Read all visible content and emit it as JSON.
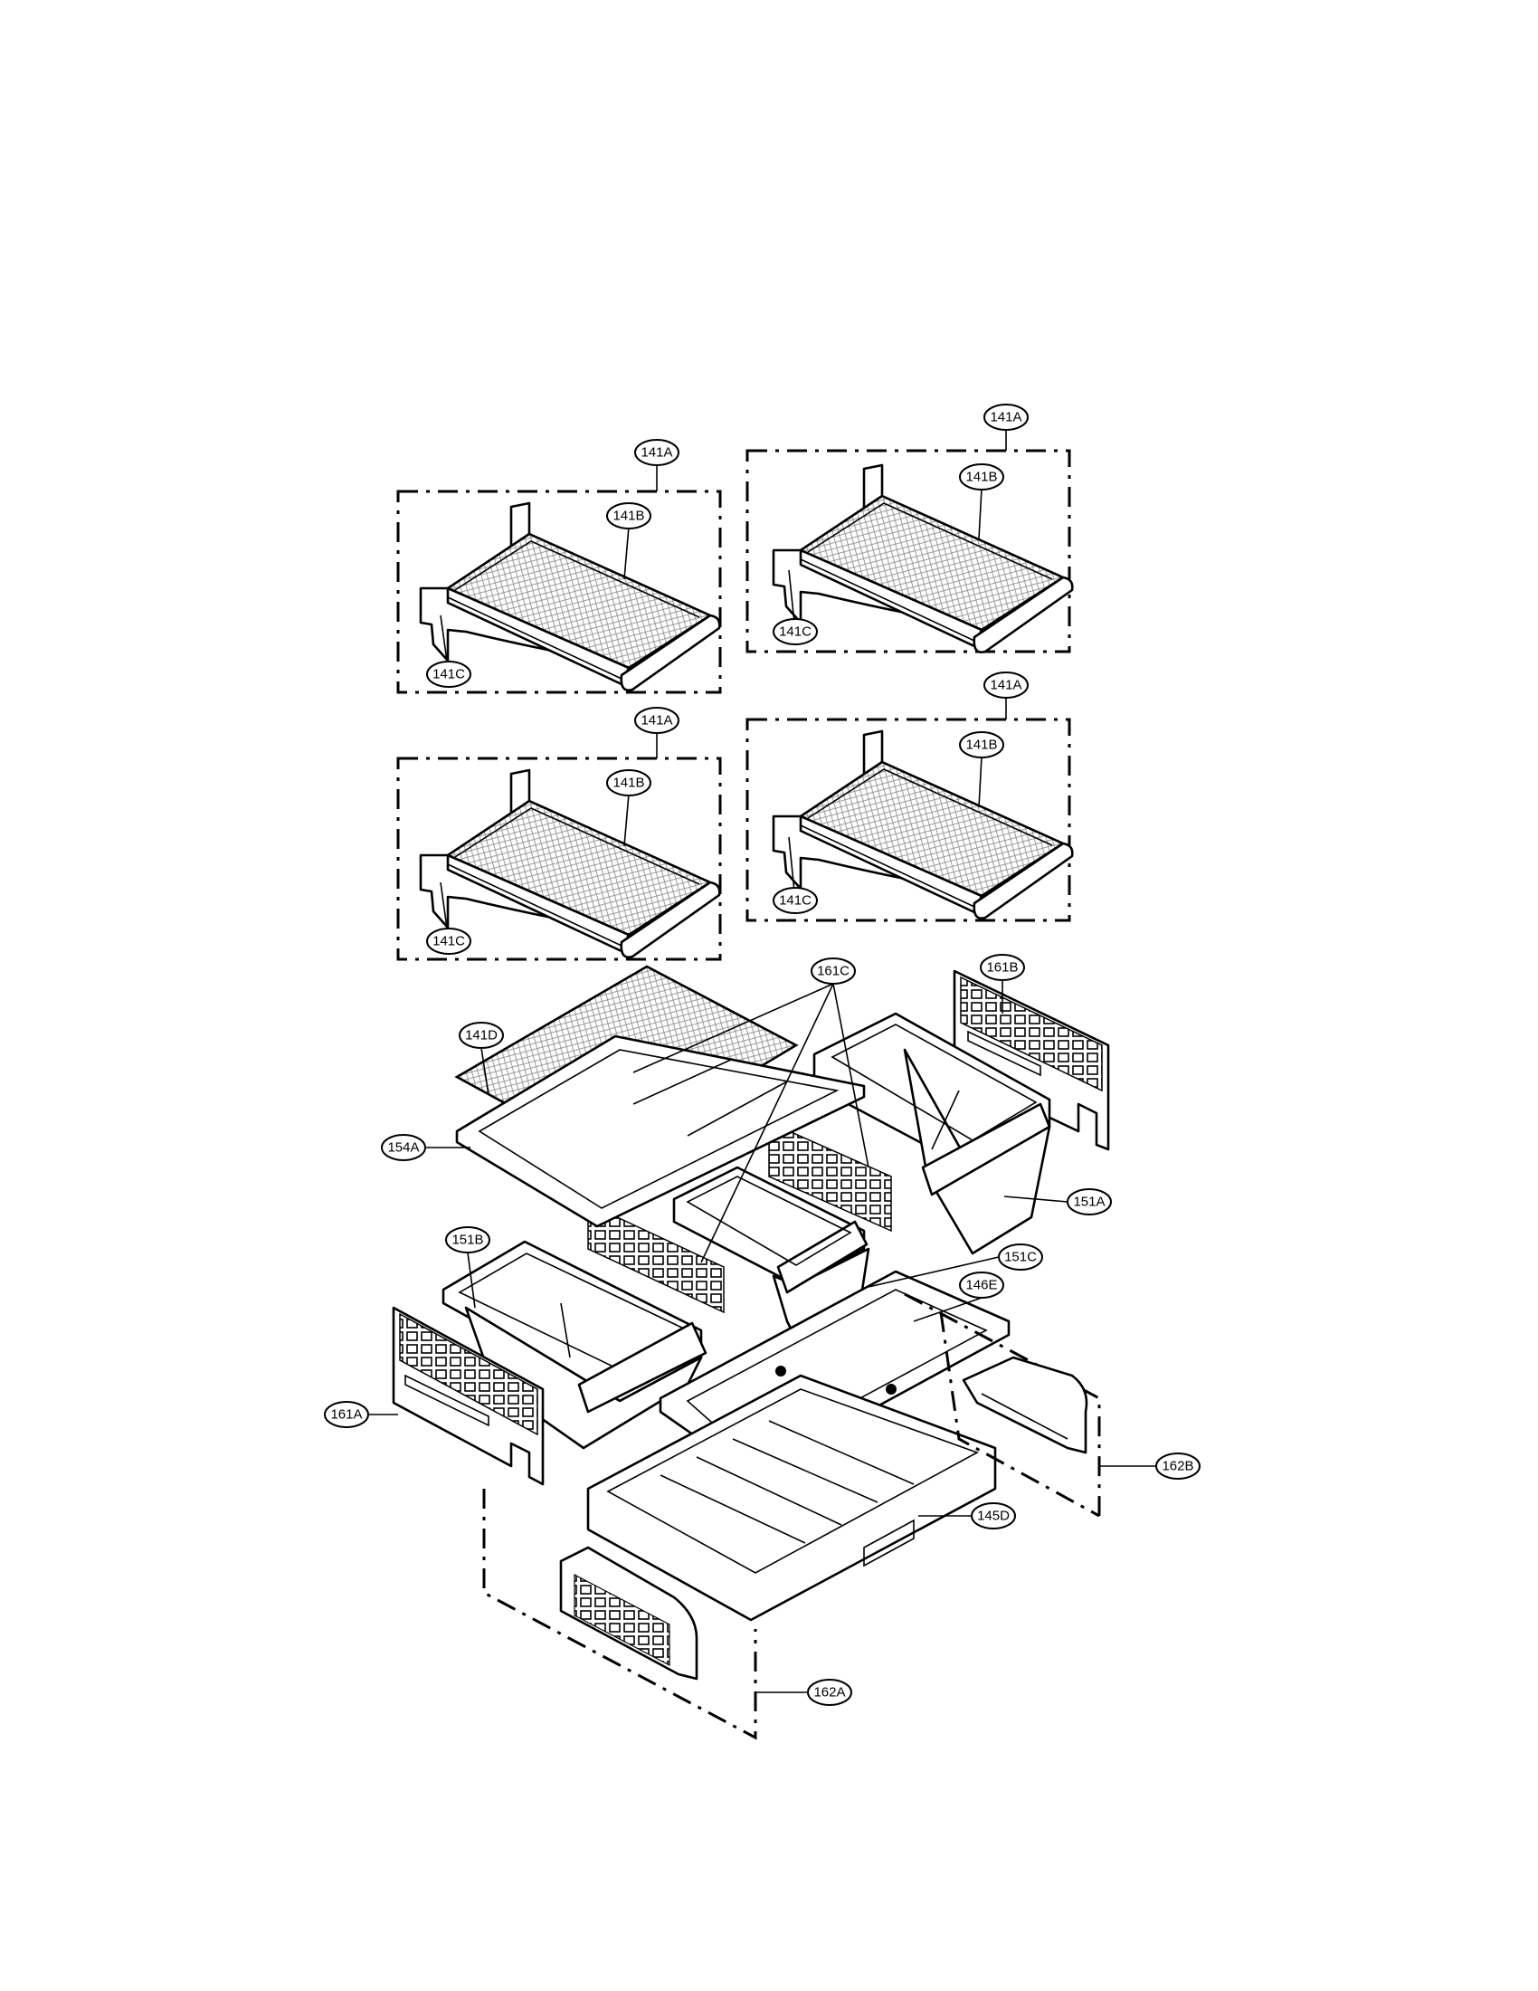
{
  "diagram": {
    "callouts": [
      {
        "id": "c01",
        "text": "141A"
      },
      {
        "id": "c02",
        "text": "141B"
      },
      {
        "id": "c03",
        "text": "141C"
      },
      {
        "id": "c04",
        "text": "141A"
      },
      {
        "id": "c05",
        "text": "141B"
      },
      {
        "id": "c06",
        "text": "141C"
      },
      {
        "id": "c07",
        "text": "141A"
      },
      {
        "id": "c08",
        "text": "141B"
      },
      {
        "id": "c09",
        "text": "141C"
      },
      {
        "id": "c10",
        "text": "141A"
      },
      {
        "id": "c11",
        "text": "141B"
      },
      {
        "id": "c12",
        "text": "141C"
      },
      {
        "id": "c13",
        "text": "161C"
      },
      {
        "id": "c14",
        "text": "161B"
      },
      {
        "id": "c15",
        "text": "141D"
      },
      {
        "id": "c16",
        "text": "154A"
      },
      {
        "id": "c17",
        "text": "151A"
      },
      {
        "id": "c18",
        "text": "151B"
      },
      {
        "id": "c19",
        "text": "151C"
      },
      {
        "id": "c20",
        "text": "146E"
      },
      {
        "id": "c21",
        "text": "161A"
      },
      {
        "id": "c22",
        "text": "162B"
      },
      {
        "id": "c23",
        "text": "145D"
      },
      {
        "id": "c24",
        "text": "162A"
      }
    ]
  }
}
